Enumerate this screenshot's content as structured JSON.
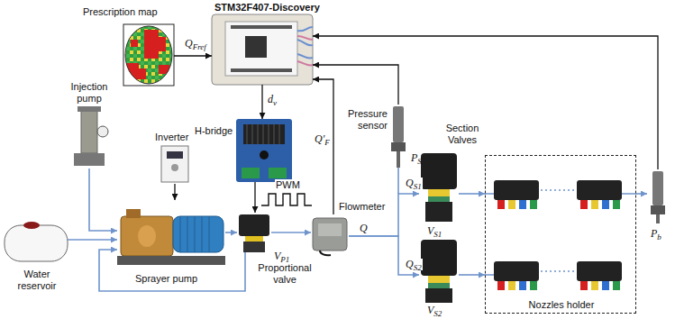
{
  "diagram": {
    "nodes": [
      {
        "text": [
          "Prescription map"
        ]
      },
      {
        "text": [
          "STM32F407-Discovery"
        ]
      },
      {
        "text": [
          "H-bridge"
        ]
      },
      {
        "text": [
          "Injection pump"
        ]
      },
      {
        "text": [
          "Inverter"
        ]
      },
      {
        "text": [
          "Water reservoir"
        ]
      },
      {
        "text": [
          "Sprayer pump"
        ]
      },
      {
        "text": [
          "VP1",
          "Proportional valve"
        ]
      },
      {
        "text": [
          "Flowmeter"
        ]
      },
      {
        "text": [
          "Pressure sensor",
          "PS"
        ]
      },
      {
        "text": [
          "VS1"
        ]
      },
      {
        "text": [
          "VS2"
        ]
      },
      {
        "text": [
          "Nozzles holder"
        ]
      },
      {
        "text": [
          "Pb"
        ]
      }
    ],
    "edges": [
      {
        "from": 0,
        "to": 1,
        "arrow": "to",
        "label": "QFref"
      },
      {
        "from": 1,
        "to": 2,
        "arrow": "to",
        "label": "dv"
      },
      {
        "from": 2,
        "to": 7,
        "arrow": "to",
        "label": "PWM"
      },
      {
        "from": 3,
        "to": 6,
        "arrow": "to"
      },
      {
        "from": 5,
        "to": 6,
        "arrow": "to"
      },
      {
        "from": 4,
        "to": 6,
        "arrow": "to"
      },
      {
        "from": 6,
        "to": 7,
        "arrow": "to"
      },
      {
        "from": 7,
        "to": 6,
        "arrow": "to"
      },
      {
        "from": 7,
        "to": 8,
        "arrow": "to"
      },
      {
        "from": 8,
        "to": 1,
        "arrow": "to",
        "label": "Q′F"
      },
      {
        "from": 9,
        "to": 1,
        "arrow": "to"
      },
      {
        "from": 8,
        "to": 10,
        "arrow": "to",
        "label": "QS1"
      },
      {
        "from": 8,
        "to": 11,
        "arrow": "to",
        "label": "QS2"
      },
      {
        "from": 10,
        "to": 12,
        "arrow": "to"
      },
      {
        "from": 11,
        "to": 12,
        "arrow": "to"
      },
      {
        "from": 12,
        "to": 13,
        "arrow": "to"
      },
      {
        "from": 13,
        "to": 1,
        "arrow": "to"
      }
    ],
    "labels": [
      "Section Valves",
      "Q"
    ]
  }
}
